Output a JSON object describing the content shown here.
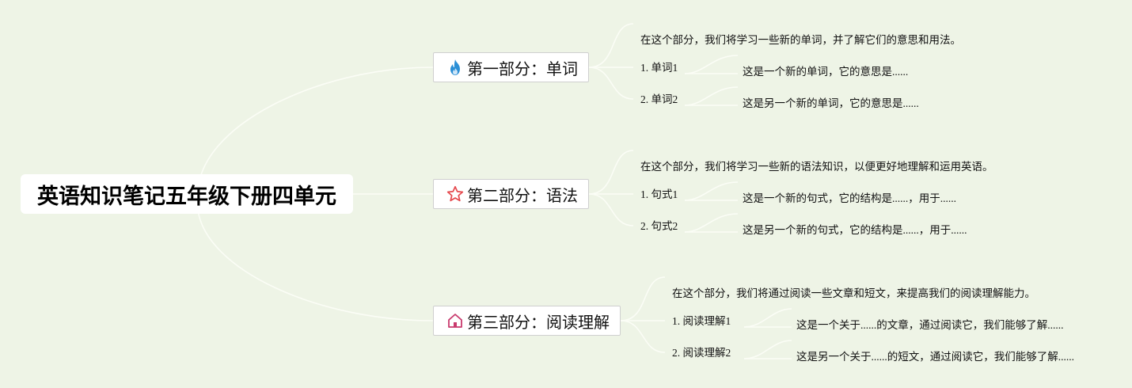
{
  "root": {
    "title": "英语知识笔记五年级下册四单元"
  },
  "sections": [
    {
      "title": "第一部分：单词",
      "icon": "fire-icon",
      "intro": "在这个部分，我们将学习一些新的单词，并了解它们的意思和用法。",
      "items": [
        {
          "label": "1. 单词1",
          "desc": "这是一个新的单词，它的意思是......"
        },
        {
          "label": "2. 单词2",
          "desc": "这是另一个新的单词，它的意思是......"
        }
      ]
    },
    {
      "title": "第二部分：语法",
      "icon": "star-icon",
      "intro": "在这个部分，我们将学习一些新的语法知识，以便更好地理解和运用英语。",
      "items": [
        {
          "label": "1. 句式1",
          "desc": "这是一个新的句式，它的结构是......，用于......"
        },
        {
          "label": "2. 句式2",
          "desc": "这是另一个新的句式，它的结构是......，用于......"
        }
      ]
    },
    {
      "title": "第三部分：阅读理解",
      "icon": "home-icon",
      "intro": "在这个部分，我们将通过阅读一些文章和短文，来提高我们的阅读理解能力。",
      "items": [
        {
          "label": "1. 阅读理解1",
          "desc": "这是一个关于......的文章，通过阅读它，我们能够了解......"
        },
        {
          "label": "2. 阅读理解2",
          "desc": "这是另一个关于......的短文，通过阅读它，我们能够了解......"
        }
      ]
    }
  ],
  "colors": {
    "background": "#eef4e6",
    "connector": "#f8fbf2",
    "fire": "#2b8fd6",
    "star": "#e5484d",
    "home": "#c93b6e"
  }
}
